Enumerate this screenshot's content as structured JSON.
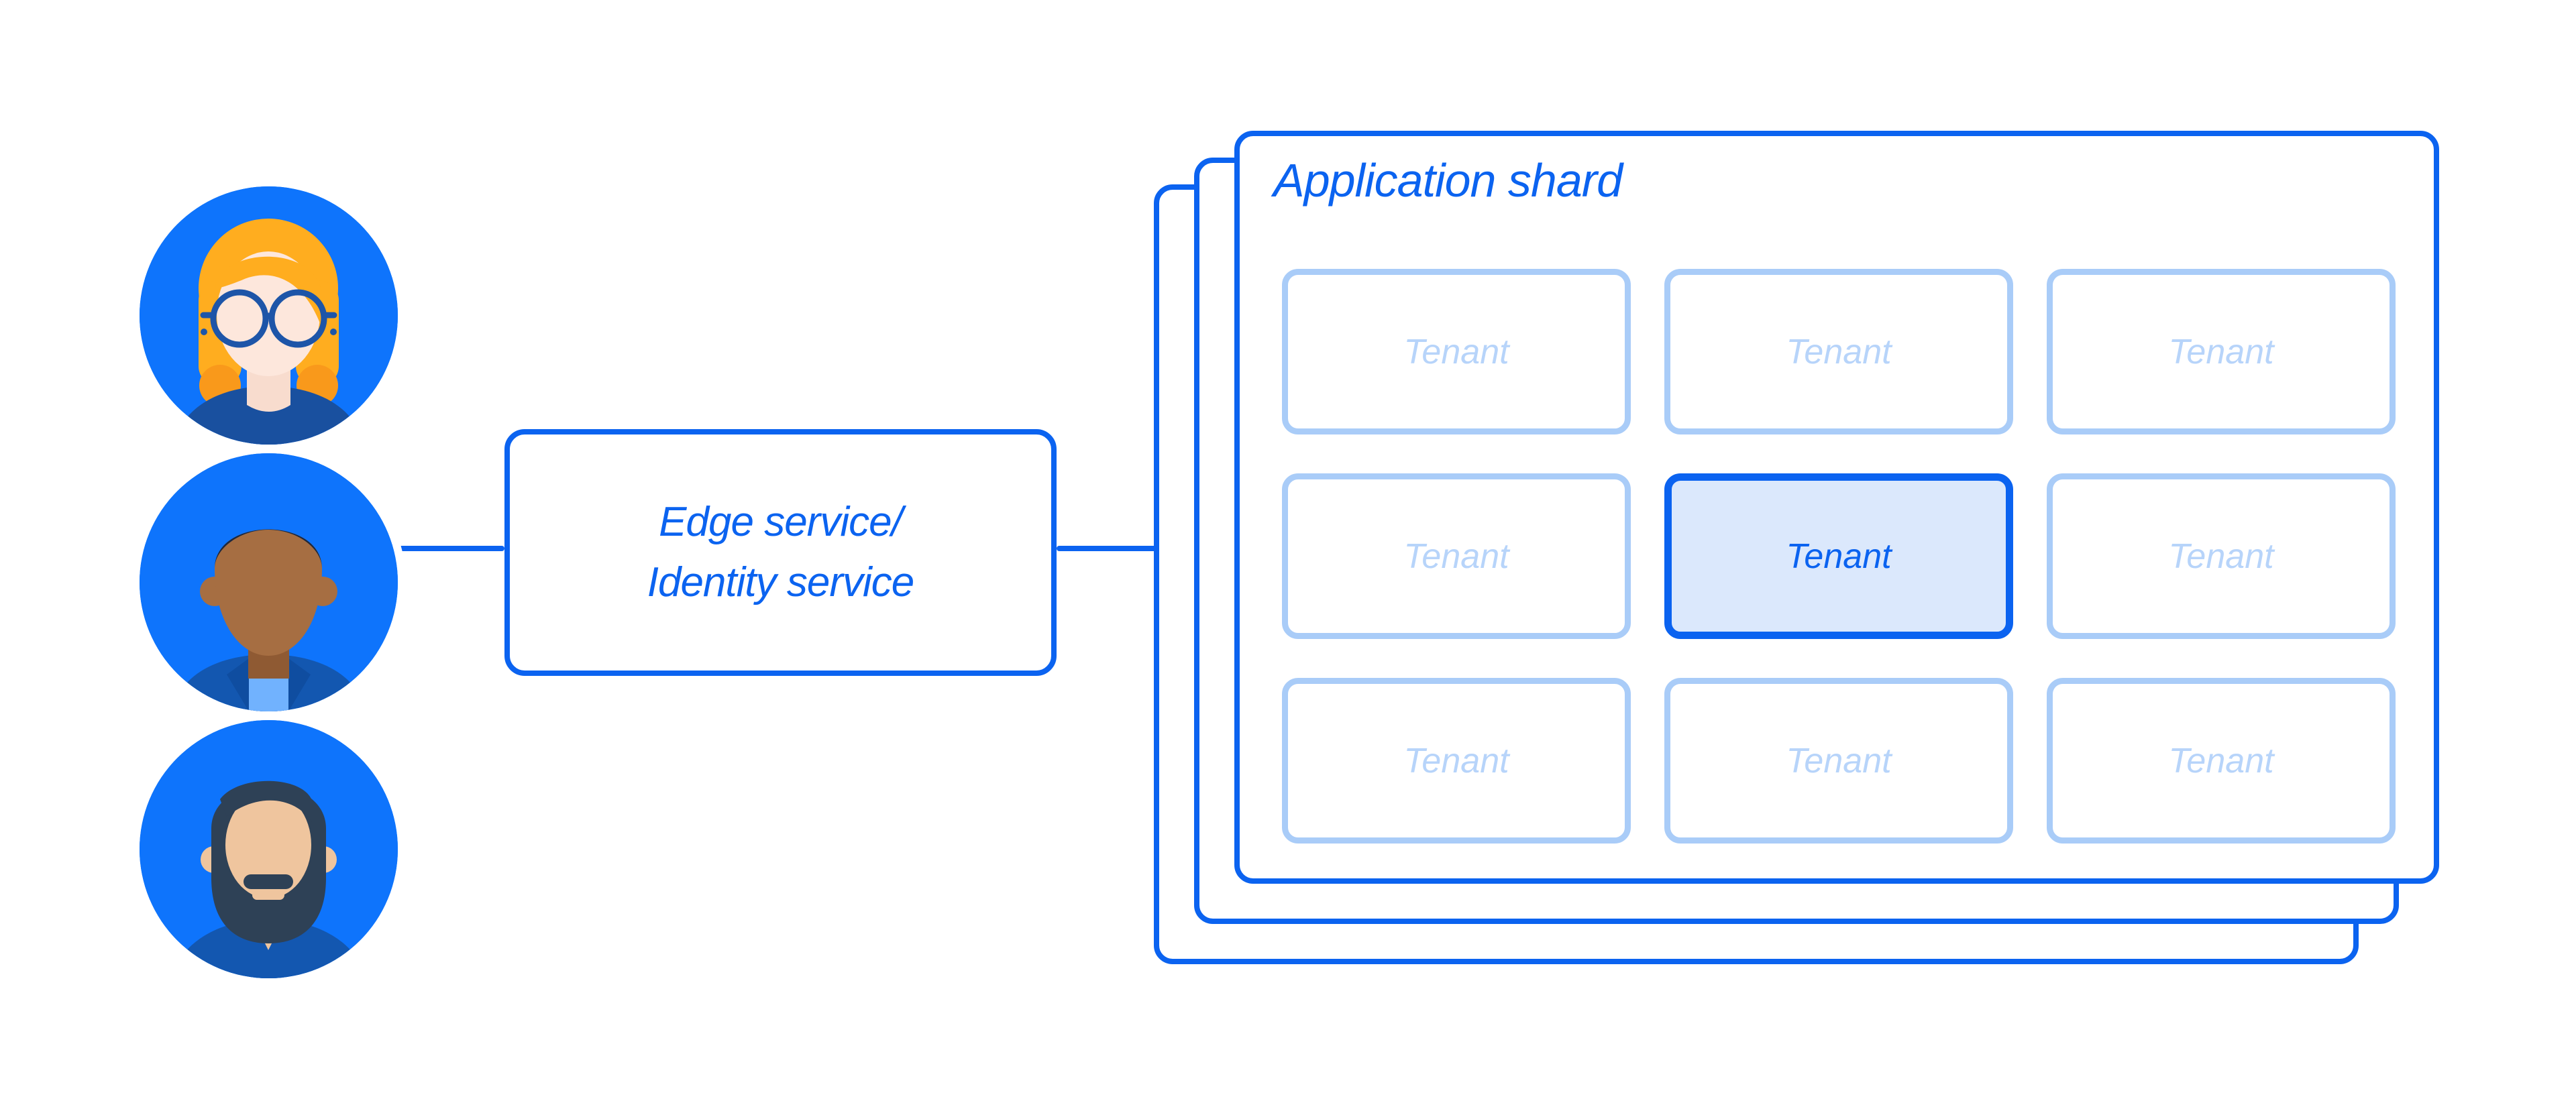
{
  "colors": {
    "primary_blue": "#0b63f0",
    "avatar_circle_blue": "#0e74fc",
    "tenant_border_light": "#a9ccf8",
    "tenant_text_light": "#b7d4fa",
    "tenant_highlight_fill": "#dbe8fc",
    "dark_shirt_navy": "#19509f",
    "background": "#ffffff"
  },
  "users": {
    "items": [
      {
        "id": "woman-with-glasses",
        "description": "user avatar: woman, orange hair, round glasses"
      },
      {
        "id": "man",
        "description": "user avatar: man, dark hair, blue jacket"
      },
      {
        "id": "man-with-beard",
        "description": "user avatar: man, dark hair and beard"
      }
    ]
  },
  "edge_service": {
    "line1": "Edge service/",
    "line2": "Identity service"
  },
  "application_shard": {
    "title": "Application shard",
    "stacked_count": 3,
    "tenants": [
      {
        "label": "Tenant",
        "highlighted": false
      },
      {
        "label": "Tenant",
        "highlighted": false
      },
      {
        "label": "Tenant",
        "highlighted": false
      },
      {
        "label": "Tenant",
        "highlighted": false
      },
      {
        "label": "Tenant",
        "highlighted": true
      },
      {
        "label": "Tenant",
        "highlighted": false
      },
      {
        "label": "Tenant",
        "highlighted": false
      },
      {
        "label": "Tenant",
        "highlighted": false
      },
      {
        "label": "Tenant",
        "highlighted": false
      }
    ]
  }
}
